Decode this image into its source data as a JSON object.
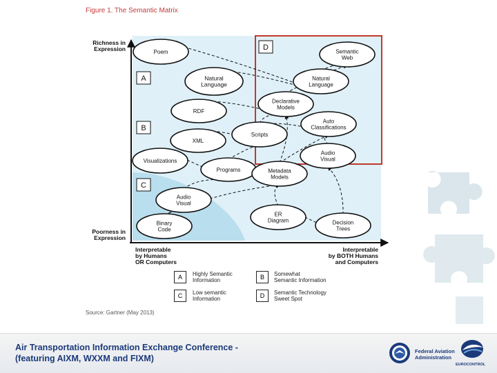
{
  "figure_title": "Figure 1. The Semantic Matrix",
  "axes": {
    "y_top": [
      "Richness in",
      "Expression"
    ],
    "y_bottom": [
      "Poorness in",
      "Expression"
    ],
    "x_left": [
      "Interpretable",
      "by Humans",
      "OR Computers"
    ],
    "x_right": [
      "Interpretable",
      "by BOTH Humans",
      "and Computers"
    ]
  },
  "zones": [
    "A",
    "B",
    "C",
    "D"
  ],
  "nodes": [
    {
      "id": "poem",
      "lines": [
        "Poem"
      ]
    },
    {
      "id": "natural-language-left",
      "lines": [
        "Natural",
        "Language"
      ]
    },
    {
      "id": "rdf",
      "lines": [
        "RDF"
      ]
    },
    {
      "id": "xml",
      "lines": [
        "XML"
      ]
    },
    {
      "id": "visualizations",
      "lines": [
        "Visualizations"
      ]
    },
    {
      "id": "programs",
      "lines": [
        "Programs"
      ]
    },
    {
      "id": "audio-visual-left",
      "lines": [
        "Audio",
        "Visual"
      ]
    },
    {
      "id": "binary-code",
      "lines": [
        "Binary",
        "Code"
      ]
    },
    {
      "id": "semantic-web",
      "lines": [
        "Semantic",
        "Web"
      ]
    },
    {
      "id": "natural-language-right",
      "lines": [
        "Natural",
        "Language"
      ]
    },
    {
      "id": "declarative-models",
      "lines": [
        "Declarative",
        "Models"
      ]
    },
    {
      "id": "scripts",
      "lines": [
        "Scripts"
      ]
    },
    {
      "id": "auto-classifications",
      "lines": [
        "Auto",
        "Classifications"
      ]
    },
    {
      "id": "audio-visual-right",
      "lines": [
        "Audio",
        "Visual"
      ]
    },
    {
      "id": "metadata-models",
      "lines": [
        "Metadata",
        "Models"
      ]
    },
    {
      "id": "er-diagram",
      "lines": [
        "ER",
        "Diagram"
      ]
    },
    {
      "id": "decision-trees",
      "lines": [
        "Decision",
        "Trees"
      ]
    }
  ],
  "legend": [
    {
      "key": "A",
      "lines": [
        "Highly Semantic",
        "Information"
      ]
    },
    {
      "key": "B",
      "lines": [
        "Somewhat",
        "Semantic Information"
      ]
    },
    {
      "key": "C",
      "lines": [
        "Low semantic",
        "Information"
      ]
    },
    {
      "key": "D",
      "lines": [
        "Semantic Technology",
        "Sweet Spot"
      ]
    }
  ],
  "source": "Source: Gartner (May 2013)",
  "footer": {
    "title_line1": "Air Transportation Information Exchange Conference -",
    "title_line2": "(featuring AIXM, WXXM and FIXM)",
    "faa_line1": "Federal Aviation",
    "faa_line2": "Administration",
    "eurocontrol": "EUROCONTROL"
  },
  "colors": {
    "sweet_spot_border": "#c0392b",
    "diagram_bg": "#dff0f8",
    "diagram_shade": "#b9deee",
    "footer_title": "#1b3a7a",
    "puzzle": "#dbe6ec"
  }
}
